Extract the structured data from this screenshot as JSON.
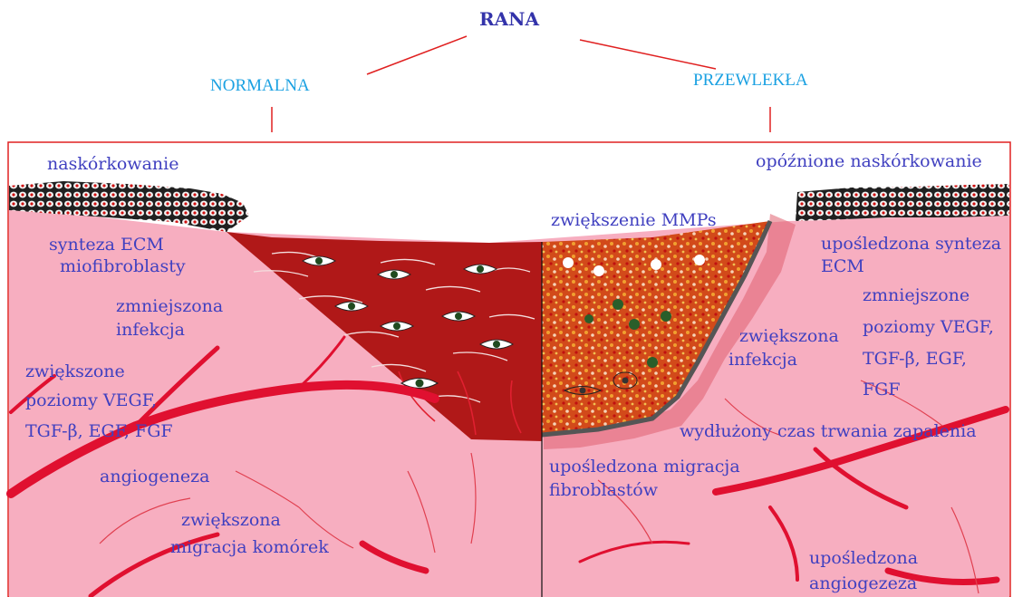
{
  "title": "RANA",
  "branches": {
    "normal": "NORMALNA",
    "chronic": "PRZEWLEKŁA"
  },
  "normal_labels": {
    "epithelialization": "naskórkowanie",
    "ecm_line1": "synteza ECM",
    "ecm_line2": "miofibroblasty",
    "infection_line1": "zmniejszona",
    "infection_line2": "infekcja",
    "growth_line1": "zwiększone",
    "growth_line2": "poziomy VEGF,",
    "growth_line3": "TGF-β, EGF, FGF",
    "angiogenesis": "angiogeneza",
    "migration_line1": "zwiększona",
    "migration_line2": "migracja komórek"
  },
  "chronic_labels": {
    "epithelialization": "opóźnione naskórkowanie",
    "mmps": "zwiększenie MMPs",
    "ecm_line1": "upośledzona synteza",
    "ecm_line2": "ECM",
    "growth_line1": "zmniejszone",
    "growth_line2": "poziomy VEGF,",
    "growth_line3": "TGF-β, EGF,",
    "growth_line4": "FGF",
    "infection_line1": "zwiększona",
    "infection_line2": "infekcja",
    "inflammation": "wydłużony czas trwania zapalenia",
    "migration_line1": "upośledzona migracja",
    "migration_line2": "fibroblastów",
    "angiogenesis_line1": "upośledzona",
    "angiogenesis_line2": "angiogezeza"
  },
  "colors": {
    "title": "#3333aa",
    "branch": "#1ba1e2",
    "connector": "#e02020",
    "label": "#4040c0",
    "skin": "#f7aec0",
    "wound": "#b01818",
    "vessel": "#e01030"
  }
}
